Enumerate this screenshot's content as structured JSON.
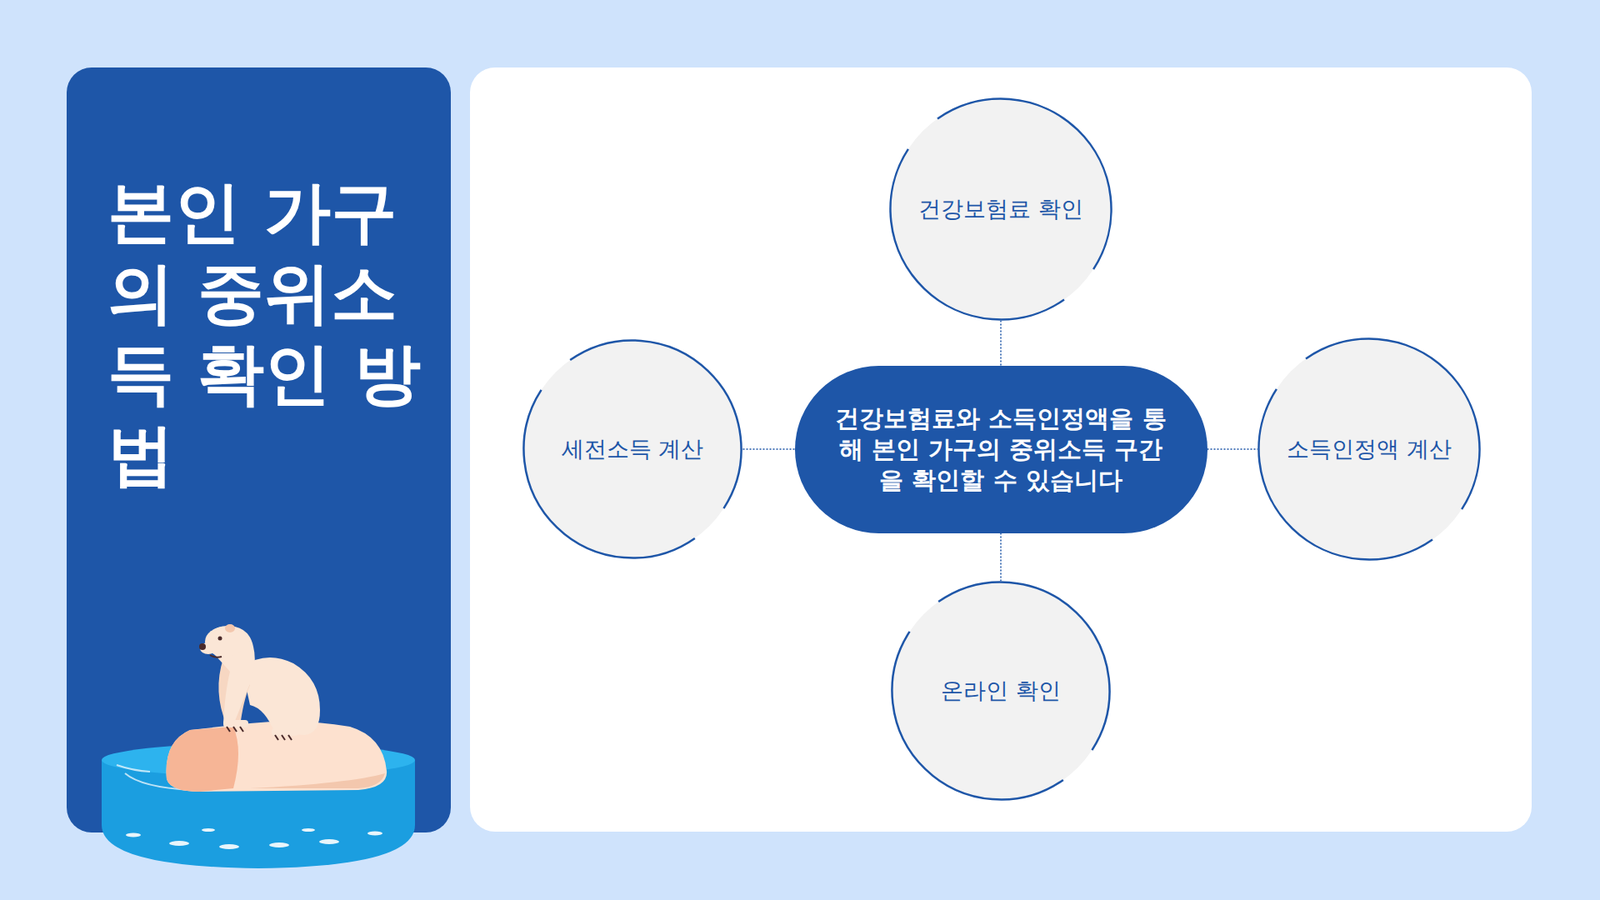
{
  "diagram": {
    "title": "본인 가구의 중위소득 확인 방법",
    "nodes": [
      {
        "text": [
          "건강보험료 확인"
        ]
      },
      {
        "text": [
          "세전소득 계산"
        ]
      },
      {
        "text": [
          "건강보험료와 소득인정액을 통해 본인 가구의 중위소득 구간을 확인할 수 있습니다"
        ]
      },
      {
        "text": [
          "소득인정액 계산"
        ]
      },
      {
        "text": [
          "온라인 확인"
        ]
      }
    ],
    "edges": [
      {
        "from": 2,
        "to": 0,
        "arrow": "none"
      },
      {
        "from": 2,
        "to": 1,
        "arrow": "none"
      },
      {
        "from": 2,
        "to": 3,
        "arrow": "none"
      },
      {
        "from": 2,
        "to": 4,
        "arrow": "none"
      }
    ]
  }
}
